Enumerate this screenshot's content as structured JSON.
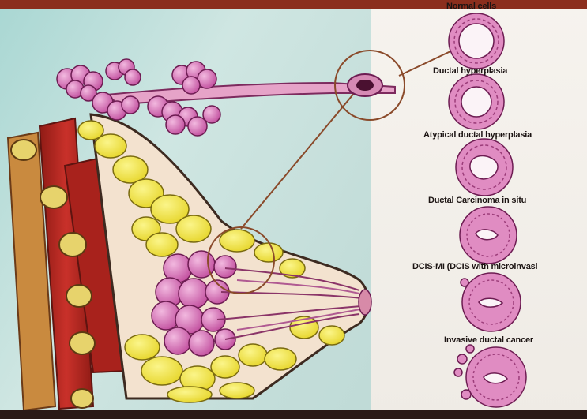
{
  "stages": [
    {
      "label": "Normal cells"
    },
    {
      "label": "Ductal hyperplasia"
    },
    {
      "label": "Atypical ductal hyperplasia"
    },
    {
      "label": "Ductal Carcinoma in situ"
    },
    {
      "label": "DCIS-MI (DCIS with microinvasi"
    },
    {
      "label": "Invasive ductal cancer"
    }
  ],
  "colors": {
    "muscle_red": "#b8261e",
    "fat_yellow": "#f1ea3a",
    "lobule_pink": "#d16fb5",
    "duct_pink": "#e6a3c8",
    "cell_pink": "#e08cc2",
    "leader_line": "#8a4a2a"
  },
  "icons": [
    "breast-anatomy-illustration",
    "duct-cross-section-icon",
    "cell-ring-icon"
  ]
}
